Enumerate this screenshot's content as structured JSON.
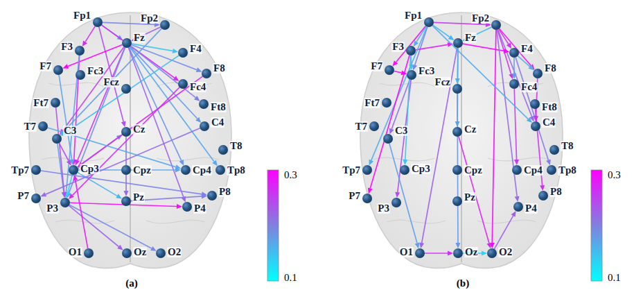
{
  "diagram": {
    "nodes": [
      {
        "text": [
          "Fp1"
        ]
      },
      {
        "text": [
          "Fp2"
        ]
      },
      {
        "text": [
          "F7"
        ]
      },
      {
        "text": [
          "F3"
        ]
      },
      {
        "text": [
          "Fz"
        ]
      },
      {
        "text": [
          "F4"
        ]
      },
      {
        "text": [
          "F8"
        ]
      },
      {
        "text": [
          "Fc3"
        ]
      },
      {
        "text": [
          "Fcz"
        ]
      },
      {
        "text": [
          "Fc4"
        ]
      },
      {
        "text": [
          "Ft7"
        ]
      },
      {
        "text": [
          "Ft8"
        ]
      },
      {
        "text": [
          "T7"
        ]
      },
      {
        "text": [
          "C3"
        ]
      },
      {
        "text": [
          "Cz"
        ]
      },
      {
        "text": [
          "C4"
        ]
      },
      {
        "text": [
          "T8"
        ]
      },
      {
        "text": [
          "Tp7"
        ]
      },
      {
        "text": [
          "Cp3"
        ]
      },
      {
        "text": [
          "Cpz"
        ]
      },
      {
        "text": [
          "Cp4"
        ]
      },
      {
        "text": [
          "Tp8"
        ]
      },
      {
        "text": [
          "P7"
        ]
      },
      {
        "text": [
          "P3"
        ]
      },
      {
        "text": [
          "Pz"
        ]
      },
      {
        "text": [
          "P4"
        ]
      },
      {
        "text": [
          "P8"
        ]
      },
      {
        "text": [
          "O1"
        ]
      },
      {
        "text": [
          "Oz"
        ]
      },
      {
        "text": [
          "O2"
        ]
      },
      {
        "text": [
          "Fp1"
        ]
      },
      {
        "text": [
          "Fp2"
        ]
      },
      {
        "text": [
          "F7"
        ]
      },
      {
        "text": [
          "F3"
        ]
      },
      {
        "text": [
          "Fz"
        ]
      },
      {
        "text": [
          "F4"
        ]
      },
      {
        "text": [
          "F8"
        ]
      },
      {
        "text": [
          "Fc3"
        ]
      },
      {
        "text": [
          "Fcz"
        ]
      },
      {
        "text": [
          "Fc4"
        ]
      },
      {
        "text": [
          "Ft7"
        ]
      },
      {
        "text": [
          "Ft8"
        ]
      },
      {
        "text": [
          "T7"
        ]
      },
      {
        "text": [
          "C3"
        ]
      },
      {
        "text": [
          "Cz"
        ]
      },
      {
        "text": [
          "C4"
        ]
      },
      {
        "text": [
          "T8"
        ]
      },
      {
        "text": [
          "Tp7"
        ]
      },
      {
        "text": [
          "Cp3"
        ]
      },
      {
        "text": [
          "Cpz"
        ]
      },
      {
        "text": [
          "Cp4"
        ]
      },
      {
        "text": [
          "Tp8"
        ]
      },
      {
        "text": [
          "P7"
        ]
      },
      {
        "text": [
          "P3"
        ]
      },
      {
        "text": [
          "Pz"
        ]
      },
      {
        "text": [
          "P4"
        ]
      },
      {
        "text": [
          "P8"
        ]
      },
      {
        "text": [
          "O1"
        ]
      },
      {
        "text": [
          "Oz"
        ]
      },
      {
        "text": [
          "O2"
        ]
      }
    ],
    "edges": [
      {
        "from": 0,
        "to": 1,
        "arrow": "to"
      },
      {
        "from": 0,
        "to": 4,
        "arrow": "to"
      },
      {
        "from": 0,
        "to": 3,
        "arrow": "to"
      },
      {
        "from": 0,
        "to": 9,
        "arrow": "to"
      },
      {
        "from": 0,
        "to": 14,
        "arrow": "to"
      },
      {
        "from": 4,
        "to": 6,
        "arrow": "to"
      },
      {
        "from": 4,
        "to": 5,
        "arrow": "to"
      },
      {
        "from": 4,
        "to": 2,
        "arrow": "to"
      },
      {
        "from": 4,
        "to": 13,
        "arrow": "to"
      },
      {
        "from": 4,
        "to": 18,
        "arrow": "to"
      },
      {
        "from": 4,
        "to": 15,
        "arrow": "to"
      },
      {
        "from": 4,
        "to": 20,
        "arrow": "to"
      },
      {
        "from": 4,
        "to": 25,
        "arrow": "to"
      },
      {
        "from": 4,
        "to": 23,
        "arrow": "to"
      },
      {
        "from": 4,
        "to": 11,
        "arrow": "to"
      },
      {
        "from": 4,
        "to": 21,
        "arrow": "to"
      },
      {
        "from": 3,
        "to": 18,
        "arrow": "to"
      },
      {
        "from": 3,
        "to": 23,
        "arrow": "to"
      },
      {
        "from": 1,
        "to": 13,
        "arrow": "to"
      },
      {
        "from": 1,
        "to": 4,
        "arrow": "to"
      },
      {
        "from": 18,
        "to": 23,
        "arrow": "to"
      },
      {
        "from": 18,
        "to": 14,
        "arrow": "to"
      },
      {
        "from": 18,
        "to": 20,
        "arrow": "to"
      },
      {
        "from": 18,
        "to": 24,
        "arrow": "to"
      },
      {
        "from": 23,
        "to": 29,
        "arrow": "to"
      },
      {
        "from": 23,
        "to": 25,
        "arrow": "to"
      },
      {
        "from": 23,
        "to": 28,
        "arrow": "to"
      },
      {
        "from": 13,
        "to": 18,
        "arrow": "to"
      },
      {
        "from": 13,
        "to": 23,
        "arrow": "to"
      },
      {
        "from": 14,
        "to": 24,
        "arrow": "to"
      },
      {
        "from": 24,
        "to": 26,
        "arrow": "to"
      },
      {
        "from": 10,
        "to": 23,
        "arrow": "to"
      },
      {
        "from": 2,
        "to": 18,
        "arrow": "to"
      },
      {
        "from": 5,
        "to": 13,
        "arrow": "to"
      },
      {
        "from": 6,
        "to": 18,
        "arrow": "to"
      },
      {
        "from": 12,
        "to": 20,
        "arrow": "to"
      },
      {
        "from": 17,
        "to": 26,
        "arrow": "to"
      },
      {
        "from": 15,
        "to": 22,
        "arrow": "to"
      },
      {
        "from": 27,
        "to": 18,
        "arrow": "to"
      },
      {
        "from": 9,
        "to": 23,
        "arrow": "to"
      },
      {
        "from": 30,
        "to": 31,
        "arrow": "to"
      },
      {
        "from": 30,
        "to": 32,
        "arrow": "to"
      },
      {
        "from": 30,
        "to": 33,
        "arrow": "to"
      },
      {
        "from": 30,
        "to": 34,
        "arrow": "to"
      },
      {
        "from": 30,
        "to": 37,
        "arrow": "to"
      },
      {
        "from": 31,
        "to": 35,
        "arrow": "to"
      },
      {
        "from": 31,
        "to": 36,
        "arrow": "to"
      },
      {
        "from": 31,
        "to": 34,
        "arrow": "to"
      },
      {
        "from": 31,
        "to": 39,
        "arrow": "to"
      },
      {
        "from": 31,
        "to": 45,
        "arrow": "to"
      },
      {
        "from": 33,
        "to": 37,
        "arrow": "to"
      },
      {
        "from": 33,
        "to": 34,
        "arrow": "to"
      },
      {
        "from": 34,
        "to": 35,
        "arrow": "to"
      },
      {
        "from": 34,
        "to": 38,
        "arrow": "to"
      },
      {
        "from": 34,
        "to": 44,
        "arrow": "to"
      },
      {
        "from": 35,
        "to": 39,
        "arrow": "to"
      },
      {
        "from": 35,
        "to": 36,
        "arrow": "to"
      },
      {
        "from": 32,
        "to": 37,
        "arrow": "to"
      },
      {
        "from": 37,
        "to": 43,
        "arrow": "to"
      },
      {
        "from": 37,
        "to": 53,
        "arrow": "to"
      },
      {
        "from": 30,
        "to": 47,
        "arrow": "to"
      },
      {
        "from": 33,
        "to": 52,
        "arrow": "to"
      },
      {
        "from": 31,
        "to": 55,
        "arrow": "to"
      },
      {
        "from": 31,
        "to": 59,
        "arrow": "to"
      },
      {
        "from": 35,
        "to": 51,
        "arrow": "to"
      },
      {
        "from": 36,
        "to": 45,
        "arrow": "to"
      },
      {
        "from": 39,
        "to": 50,
        "arrow": "to"
      },
      {
        "from": 34,
        "to": 57,
        "arrow": "to"
      },
      {
        "from": 38,
        "to": 58,
        "arrow": "to"
      },
      {
        "from": 57,
        "to": 58,
        "arrow": "to"
      },
      {
        "from": 58,
        "to": 59,
        "arrow": "to"
      },
      {
        "from": 59,
        "to": 55,
        "arrow": "to"
      },
      {
        "from": 44,
        "to": 59,
        "arrow": "to"
      },
      {
        "from": 43,
        "to": 57,
        "arrow": "to"
      },
      {
        "from": 30,
        "to": 45,
        "arrow": "to"
      },
      {
        "from": 41,
        "to": 56,
        "arrow": "to"
      },
      {
        "from": 33,
        "to": 48,
        "arrow": "to"
      }
    ],
    "labels": [
      "(a)",
      "(b)",
      "0.3",
      "0.1",
      "0.3",
      "0.1"
    ]
  }
}
